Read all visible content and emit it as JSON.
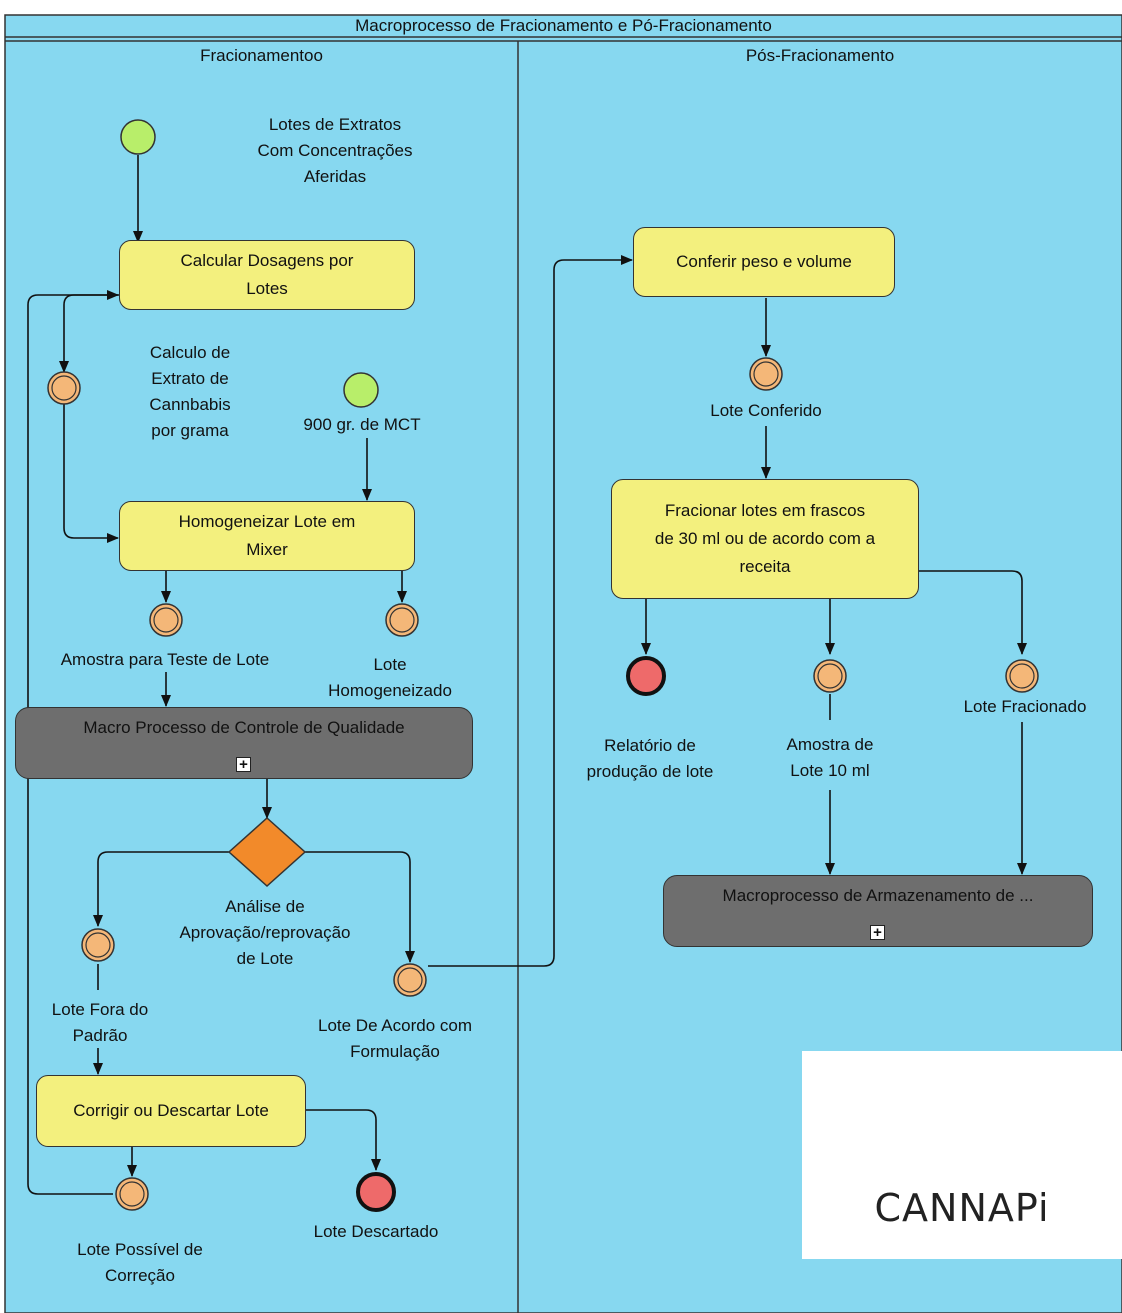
{
  "pool": {
    "title": "Macroprocesso de Fracionamento e Pó-Fracionamento",
    "background": "#87d8f0"
  },
  "lanes": {
    "left": "Fracionamentoo",
    "right": "Pós-Fracionamento"
  },
  "start_events": {
    "extratos_label": "Lotes de Extratos\nCom Concentrações\nAferidas",
    "mct_label": "900 gr. de MCT"
  },
  "tasks": {
    "calcular": "Calcular Dosagens por\nLotes",
    "homogeneizar": "Homogeneizar Lote em\nMixer",
    "corrigir": "Corrigir ou Descartar Lote",
    "conferir": "Conferir peso e volume",
    "fracionar": "Fracionar lotes em frascos\nde 30 ml ou de acordo com a\nreceita"
  },
  "subprocesses": {
    "qualidade": "Macro Processo de Controle de Qualidade",
    "armazenamento": "Macroprocesso de Armazenamento de ..."
  },
  "gateway": {
    "label": "Análise de\nAprovação/reprovação\nde Lote"
  },
  "intermediate_events": {
    "calculo": "Calculo de\nExtrato de\nCannbabis\npor grama",
    "amostra_teste": "Amostra para Teste de Lote",
    "homogeneizado": "Lote\nHomogeneizado",
    "fora_padrao": "Lote Fora do\nPadrão",
    "de_acordo": "Lote De Acordo com\nFormulação",
    "possivel_correcao": "Lote Possível de\nCorreção",
    "conferido": "Lote Conferido",
    "amostra_10ml": "Amostra de\nLote 10 ml",
    "fracionado": "Lote Fracionado"
  },
  "end_events": {
    "descartado": "Lote Descartado",
    "relatorio": "Relatório de\nprodução de lote"
  },
  "logo": {
    "text": "CANNAPi"
  },
  "colors": {
    "background": "#87d8f0",
    "task_fill": "#f3f07e",
    "subprocess_fill": "#6e6e6e",
    "start_fill": "#b8ee6a",
    "intermediate_fill": "#f4b778",
    "end_fill": "#ee6a6a",
    "gateway_fill": "#f28a2a"
  }
}
